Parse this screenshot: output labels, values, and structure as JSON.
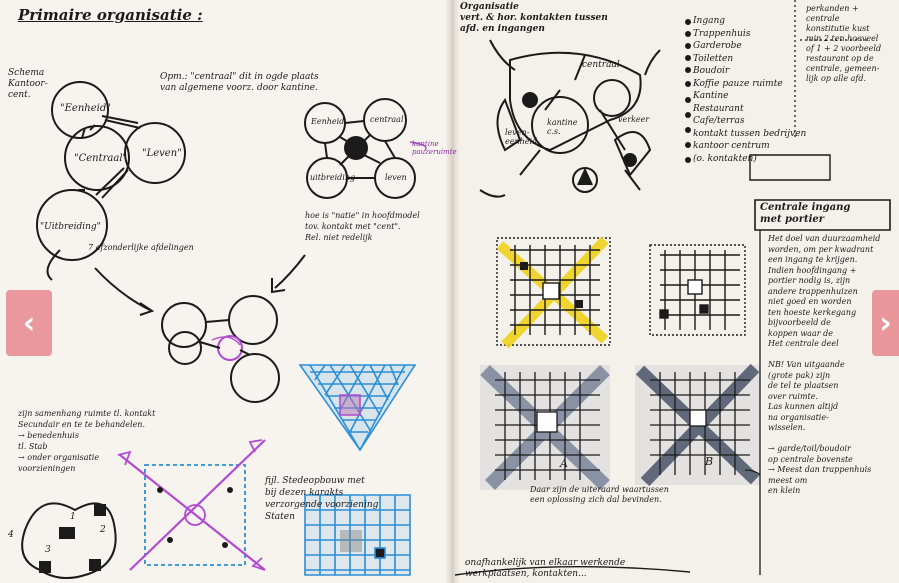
{
  "left_page": {
    "title": "Primaire organisatie :",
    "note_schema": "Schema\nKantoor-\ncent.",
    "note_opm": "Opm.: \"centraal\" dit in ogde plaats\nvan algemene voorz. door kantine.",
    "bubbles": {
      "eenheid": "\"Eenheid\"",
      "centraal": "\"Centraal\"",
      "leven": "\"Leven\"",
      "uitbreiding": "\"Uitbreiding\"",
      "eenheid2": "Eenheid",
      "centraal2": "centraal",
      "uitbreiding2": "uitbreiding",
      "leven2": "leven"
    },
    "note_mutie": "hoe is \"natie\" in hoofdmodel\ntov. kontakt met \"cent\".\nRel. niet redelijk",
    "note_kantine": "kantine\npauzeruimte",
    "note_afdeling": "7 afzonderlijke afdelingen",
    "note_bottom_left": "zijn samenhang ruimte tl. kontakt\nSecundair en te te behandelen.\n→ benedenhuis\ntl. Stab\n→ onder organisatie\nvoorzieningen",
    "note_bottom_right": "fijl. Stedeopbouw met\nbij dezen karakts\nverzorgende voorziening\nStaten",
    "grid_labels": [
      "1",
      "2",
      "3",
      "4"
    ]
  },
  "right_page": {
    "title": "Organisatie\nvert. & hor. kontakten tussen\nafd. en ingangen",
    "list_items": [
      "Ingang",
      "Trappenhuis",
      "Garderobe",
      "Toiletten",
      "Boudoir",
      "Koffie pauze ruimte",
      "Kantine",
      "Restaurant",
      "Cafe/terras",
      "kontakt tussen bedrijven",
      "kantoor centrum",
      "(o. kontakten)"
    ],
    "diagram_labels": {
      "centraal": "centraal",
      "leven_eenheid": "leven-\neenheid",
      "kantine": "kantine\nc.s.",
      "verkeer": "verkeer"
    },
    "side_notes": "perkanden +\ncentrale\nkonstitutie kust\nmin 2 ten hoeveel\nof 1 + 2 voorbeeld\nrestaurant op de\ncentrale, gemeen-\nlijk op alle afd.",
    "box_label": "Centrale ingang\nmet portier",
    "right_notes": "Het doel van duurzaamheid\nworden, om per kwadrant\neen ingang te krijgen.\nIndien hoofdingang +\nportier nodig is, zijn\nandere trappenhuizen\nniet goed en worden\nten hoeste kerkegang\nbijvoorbeeld de\nkoppen waar de\nHet centrale deel\n\nNB! Van uitgaande\n(grote pak) zijn\nde tel te plaatsen\nover ruimte.\nLas kunnen altijd\nna organisatie-\nwisselen.\n\n→ garde/toil/boudoir\nop centrale bovenste\n→ Meest dan trappenhuis\nmeest om\nen klein",
    "grid_letters": [
      "A",
      "B"
    ],
    "caption_grid": "Daar zijn de uiteraard waartussen\neen oplossing zich dal bevinden.",
    "bottom_note": "onafhankelijk van elkaar werkende\nwerkplaatsen, kontakten..."
  },
  "nav": {
    "prev_label": "‹",
    "next_label": "›"
  },
  "colors": {
    "ink": "#1b1b1b",
    "yellow_marker": "#f0d21c",
    "blue_marker": "#2a8fd6",
    "purple_marker": "#b14bd0",
    "grey_wash": "#6b7890",
    "nav_button": "#e67882"
  }
}
